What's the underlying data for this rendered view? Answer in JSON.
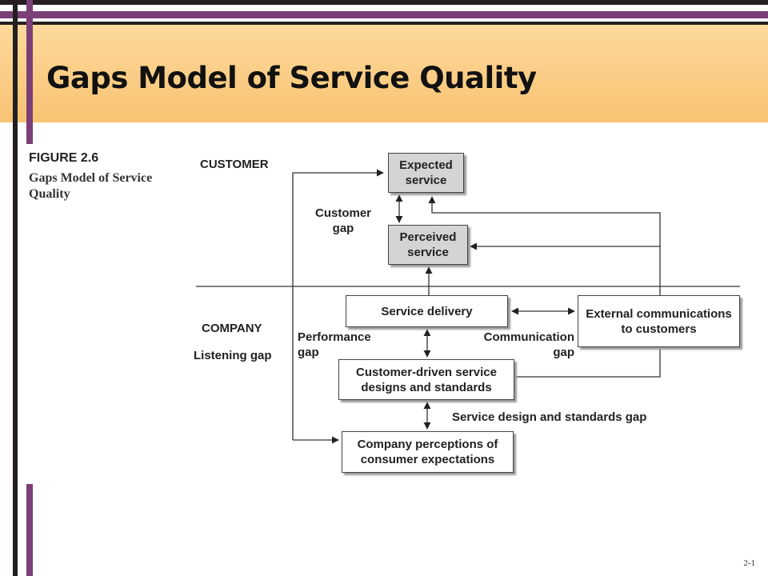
{
  "slide": {
    "title": "Gaps Model of Service Quality",
    "page_number": "2-1"
  },
  "figure": {
    "number": "FIGURE 2.6",
    "caption": "Gaps Model of Service Quality"
  },
  "sections": {
    "customer": "CUSTOMER",
    "company": "COMPANY"
  },
  "boxes": {
    "expected_service": "Expected service",
    "perceived_service": "Perceived service",
    "service_delivery": "Service delivery",
    "external_communications": "External communications to customers",
    "customer_driven_designs": "Customer-driven service designs and standards",
    "company_perceptions": "Company perceptions of consumer expectations"
  },
  "gaps": {
    "customer_gap": "Customer gap",
    "listening_gap": "Listening gap",
    "performance_gap": "Performance gap",
    "communication_gap": "Communication gap",
    "service_design_gap": "Service design and standards gap"
  }
}
